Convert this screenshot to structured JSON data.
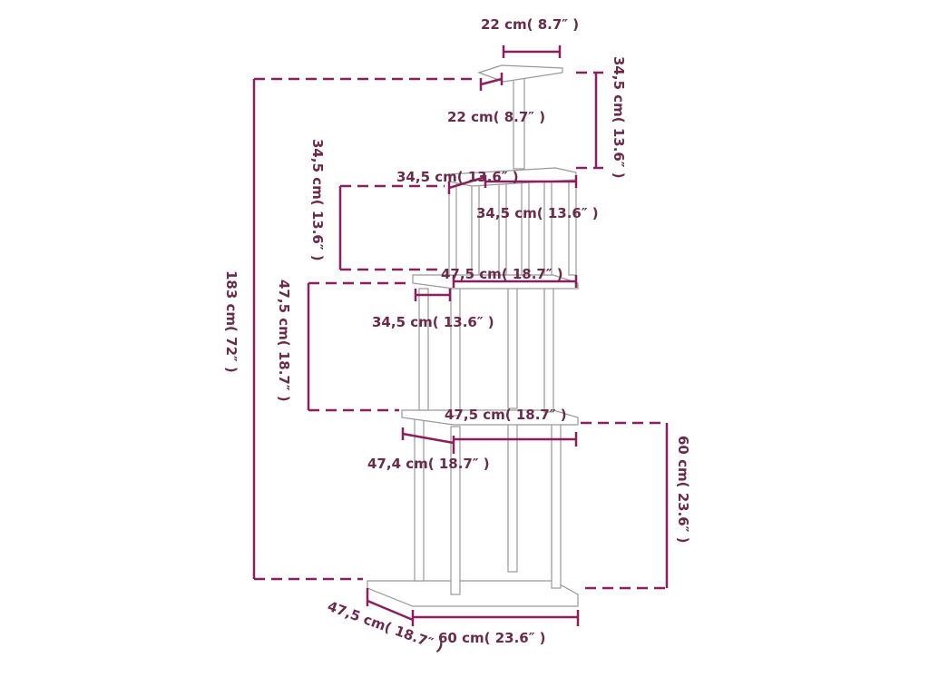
{
  "dimensions": {
    "top_width": "22 cm( 8.7″ )",
    "top_depth": "22 cm( 8.7″ )",
    "top_height": "34,5 cm( 13.6″ )",
    "level4_width": "34,5 cm( 13.6″ )",
    "level4_depth": "34,5 cm( 13.6″ )",
    "level4_height": "34,5 cm( 13.6″ )",
    "level3_width": "47,5 cm( 18.7″ )",
    "level3_depth": "34,5 cm( 13.6″ )",
    "level3_height": "47,5 cm( 18.7″ )",
    "level2_width": "47,5 cm( 18.7″ )",
    "level2_depth": "47,4 cm( 18.7″ )",
    "level2_height": "60 cm( 23.6″ )",
    "total_height": "183 cm( 72″ )",
    "base_width": "60 cm( 23.6″ )",
    "base_depth": "47,5 cm( 18.7″ )"
  }
}
